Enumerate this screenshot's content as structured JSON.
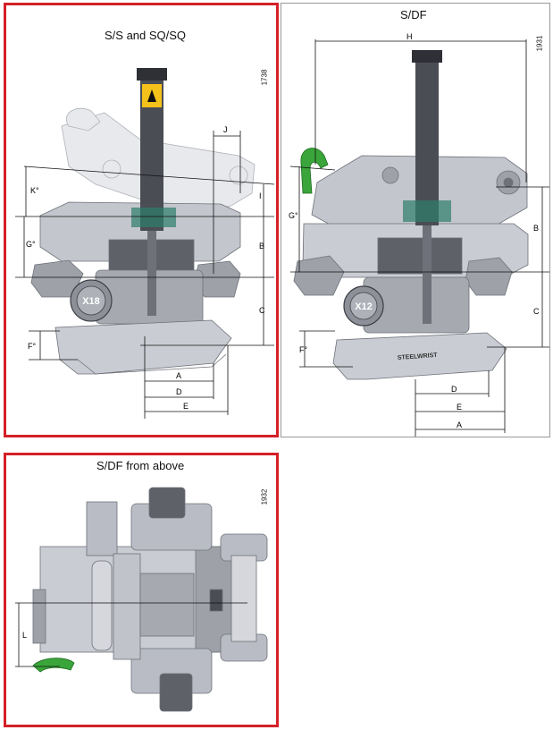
{
  "panels": {
    "ss": {
      "title": "S/S and SQ/SQ",
      "code": "1738",
      "border_color": "#d42027",
      "dims": {
        "K": "K°",
        "G": "G°",
        "F": "F°",
        "J": "J",
        "I": "I",
        "B": "B",
        "C": "C",
        "A": "A",
        "D": "D",
        "E": "E"
      },
      "badge": "X18"
    },
    "df": {
      "title": "S/DF",
      "code": "1931",
      "border_color": "#999999",
      "dims": {
        "H": "H",
        "G": "G°",
        "F": "F°",
        "B": "B",
        "C": "C",
        "D": "D",
        "E": "E",
        "A": "A"
      },
      "badge": "X12",
      "brand": "STEELWRIST"
    },
    "top": {
      "title": "S/DF from above",
      "code": "1932",
      "border_color": "#d42027",
      "dims": {
        "L": "L"
      }
    }
  },
  "colors": {
    "accent_red": "#d42027",
    "metal": "#b9bcc4",
    "metal_dark": "#6e7179",
    "cylinder": "#4a4d54",
    "hook_green": "#3aa53a",
    "warning_yellow": "#f4c21a"
  }
}
